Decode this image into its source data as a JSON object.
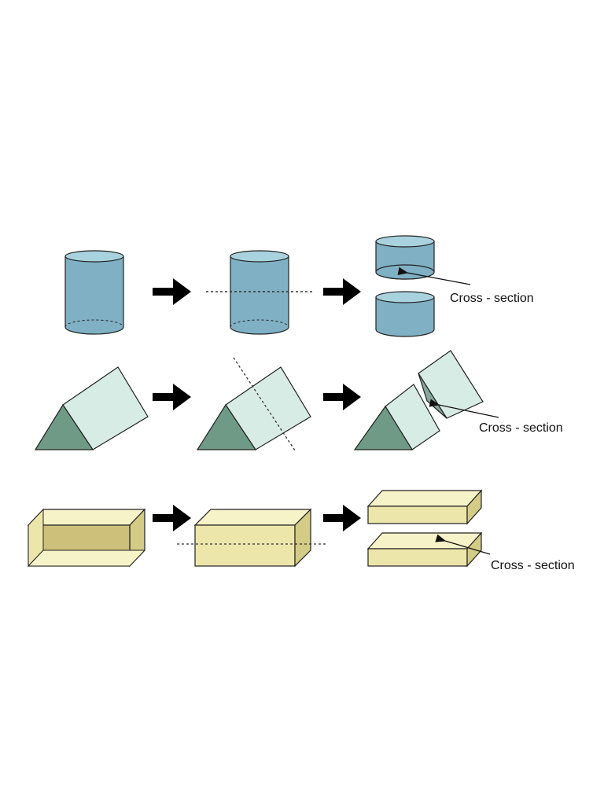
{
  "labels": {
    "cylinder_cross_section": "Cross - section",
    "prism_cross_section": "Cross - section",
    "box_cross_section": "Cross - section"
  },
  "colors": {
    "cylinder_fill": "#7fb0c4",
    "cylinder_top": "#a9d2df",
    "prism_end": "#6f9a85",
    "prism_side": "#d8ece6",
    "prism_cut": "#86a89a",
    "box_front": "#ece6aa",
    "box_top": "#f7f3c8",
    "box_side": "#d4cb86",
    "box_inner": "#cdc07a",
    "outline": "#222222",
    "arrow": "#000000"
  }
}
